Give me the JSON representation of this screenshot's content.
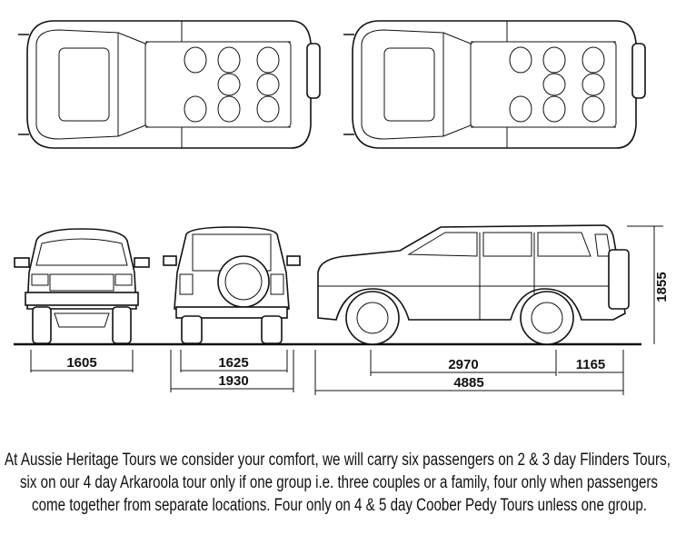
{
  "dimensions": {
    "front_track": "1605",
    "rear_track": "1625",
    "width": "1930",
    "wheelbase": "2970",
    "rear_overhang": "1165",
    "length": "4885",
    "height": "1855"
  },
  "caption": {
    "line1": "At Aussie Heritage Tours we consider  your comfort, we will carry six passengers on 2 & 3 day Flinders Tours,",
    "line2": "six on our 4 day Arkaroola tour only if one group i.e. three couples or a family, four only when passengers",
    "line3": "come together from separate locations.  Four only on 4 & 5 day Coober Pedy Tours unless one group."
  }
}
